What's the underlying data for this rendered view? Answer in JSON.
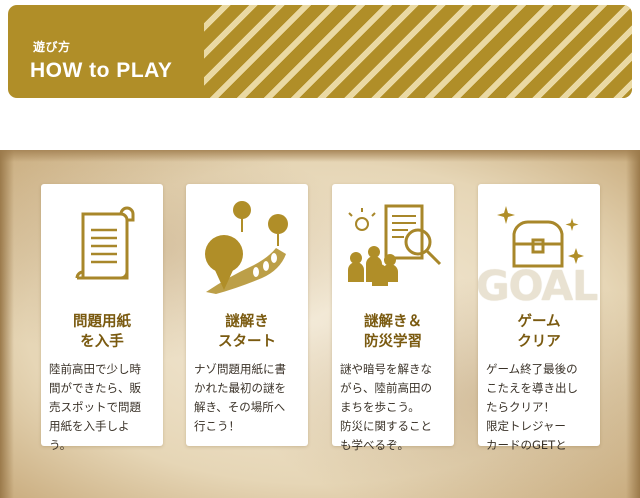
{
  "header": {
    "subtitle": "遊び方",
    "title": "HOW to PLAY",
    "color_primary": "#b08e28",
    "color_stripe": "#ead9a3"
  },
  "steps": [
    {
      "icon": "scroll-icon",
      "title": "問題用紙\nを入手",
      "body": "陸前高田で少し時\n間ができたら、販\n売スポットで問題\n用紙を入手しよ\nう。"
    },
    {
      "icon": "map-pins-footsteps-icon",
      "title": "謎解き\nスタート",
      "body": "ナゾ問題用紙に書\nかれた最初の謎を\n解き、その場所へ\n行こう！"
    },
    {
      "icon": "document-magnifier-people-icon",
      "title": "謎解き＆\n防災学習",
      "body": "謎や暗号を解きな\nがら、陸前高田の\nまちを歩こう。\n防災に関すること\nも学べるぞ。"
    },
    {
      "icon": "treasure-chest-icon",
      "title": "ゲーム\nクリア",
      "body": "ゲーム終了最後の\nこたえを導き出し\nたらクリア！\n限定トレジャー\nカードのGETと"
    }
  ],
  "goal_text": "GOAL"
}
